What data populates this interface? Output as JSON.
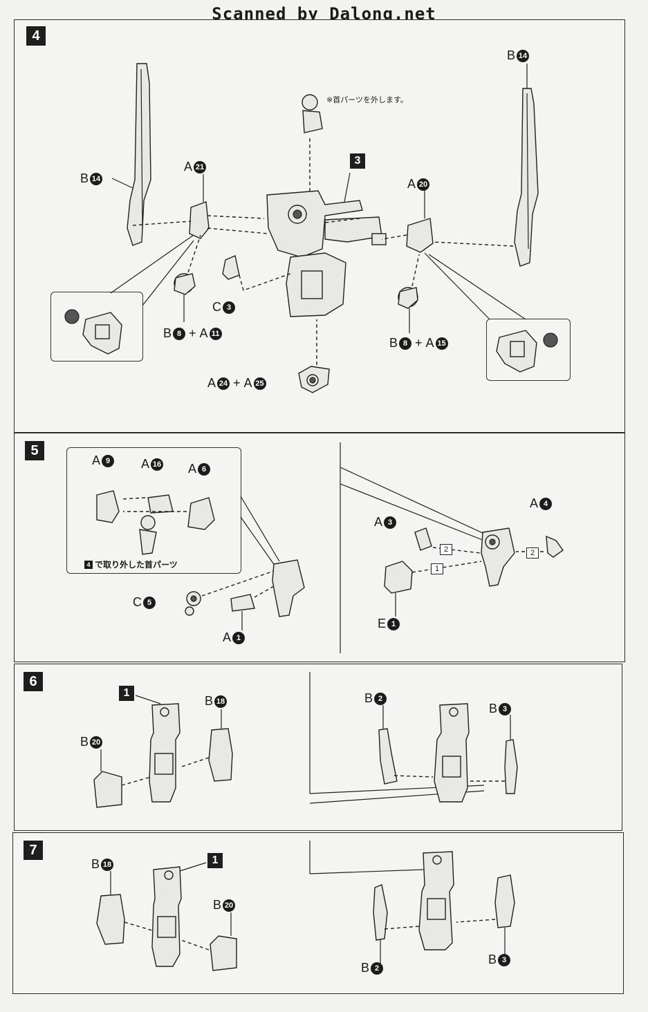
{
  "header": {
    "scan_credit": "Scanned by Dalong.net"
  },
  "step4": {
    "number": "4",
    "note": "※首パーツを外します。",
    "sub_step": "3",
    "labels": [
      {
        "letter": "B",
        "num": "14"
      },
      {
        "letter": "A",
        "num": "21"
      },
      {
        "letter": "A",
        "num": "20"
      },
      {
        "letter": "B",
        "num": "14"
      },
      {
        "letter": "C",
        "num": "3"
      },
      {
        "letter": "B",
        "num": "8",
        "plus_letter": "A",
        "plus_num": "11"
      },
      {
        "letter": "B",
        "num": "8",
        "plus_letter": "A",
        "plus_num": "15"
      },
      {
        "letter": "A",
        "num": "24",
        "plus_letter": "A",
        "plus_num": "25"
      }
    ]
  },
  "step5": {
    "number": "5",
    "inset_caption_num": "4",
    "inset_caption": "で取り外した首パーツ",
    "labels": [
      {
        "letter": "A",
        "num": "9"
      },
      {
        "letter": "A",
        "num": "16"
      },
      {
        "letter": "A",
        "num": "6"
      },
      {
        "letter": "C",
        "num": "5"
      },
      {
        "letter": "A",
        "num": "1"
      },
      {
        "letter": "A",
        "num": "3"
      },
      {
        "letter": "A",
        "num": "4"
      },
      {
        "letter": "E",
        "num": "1"
      }
    ],
    "sequence": [
      "2",
      "2",
      "1"
    ]
  },
  "step6": {
    "number": "6",
    "sub_step": "1",
    "labels": [
      {
        "letter": "B",
        "num": "18"
      },
      {
        "letter": "B",
        "num": "20"
      },
      {
        "letter": "B",
        "num": "2"
      },
      {
        "letter": "B",
        "num": "3"
      }
    ]
  },
  "step7": {
    "number": "7",
    "sub_step": "1",
    "labels": [
      {
        "letter": "B",
        "num": "18"
      },
      {
        "letter": "B",
        "num": "20"
      },
      {
        "letter": "B",
        "num": "2"
      },
      {
        "letter": "B",
        "num": "3"
      }
    ]
  }
}
